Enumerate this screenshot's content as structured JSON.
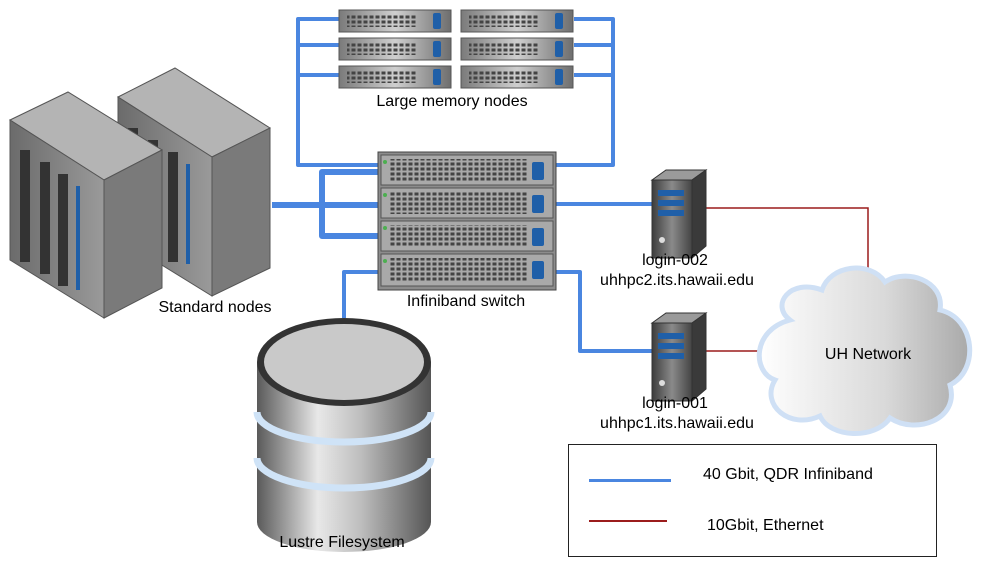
{
  "nodes": {
    "large_memory": "Large memory nodes",
    "standard": "Standard nodes",
    "switch": "Infiniband switch",
    "lustre": "Lustre Filesystem",
    "login002_name": "login-002",
    "login002_host": "uhhpc2.its.hawaii.edu",
    "login001_name": "login-001",
    "login001_host": "uhhpc1.its.hawaii.edu",
    "network": "UH Network"
  },
  "legend": {
    "infiniband_label": "40 Gbit, QDR Infiniband",
    "ethernet_label": "10Gbit, Ethernet",
    "infiniband_color": "#4a86e0",
    "ethernet_color": "#9b1c1c"
  }
}
